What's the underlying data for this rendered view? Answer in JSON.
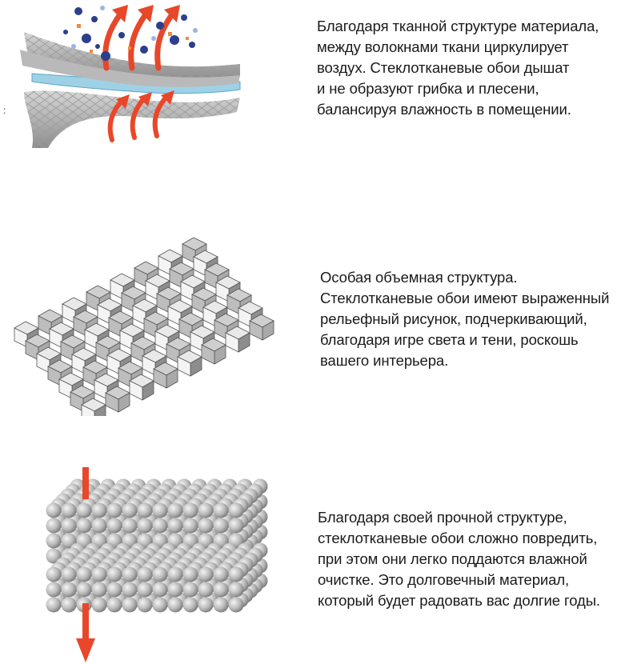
{
  "sections": [
    {
      "lines": [
        "Благодаря тканной структуре материала,",
        "между волокнами ткани циркулирует",
        "воздух. Стеклотканевые обои дышат",
        "и не образуют грибка и плесени,",
        "балансируя влажность в помещении."
      ],
      "icon": "breathable-layers-icon",
      "accent": "#e8472a"
    },
    {
      "lines": [
        "Особая объемная структура.",
        "Стеклотканевые обои имеют выраженный",
        "рельефный рисунок, подчеркивающий,",
        "благодаря игре света и тени, роскошь",
        "вашего интерьера."
      ],
      "icon": "woven-relief-icon"
    },
    {
      "lines": [
        "Благодаря своей прочной структуре,",
        "стеклотканевые обои сложно повредить,",
        "при этом они легко поддаются влажной",
        "очистке. Это долговечный материал,",
        "который будет радовать вас долгие годы."
      ],
      "icon": "strong-structure-icon",
      "accent": "#e8472a"
    }
  ]
}
